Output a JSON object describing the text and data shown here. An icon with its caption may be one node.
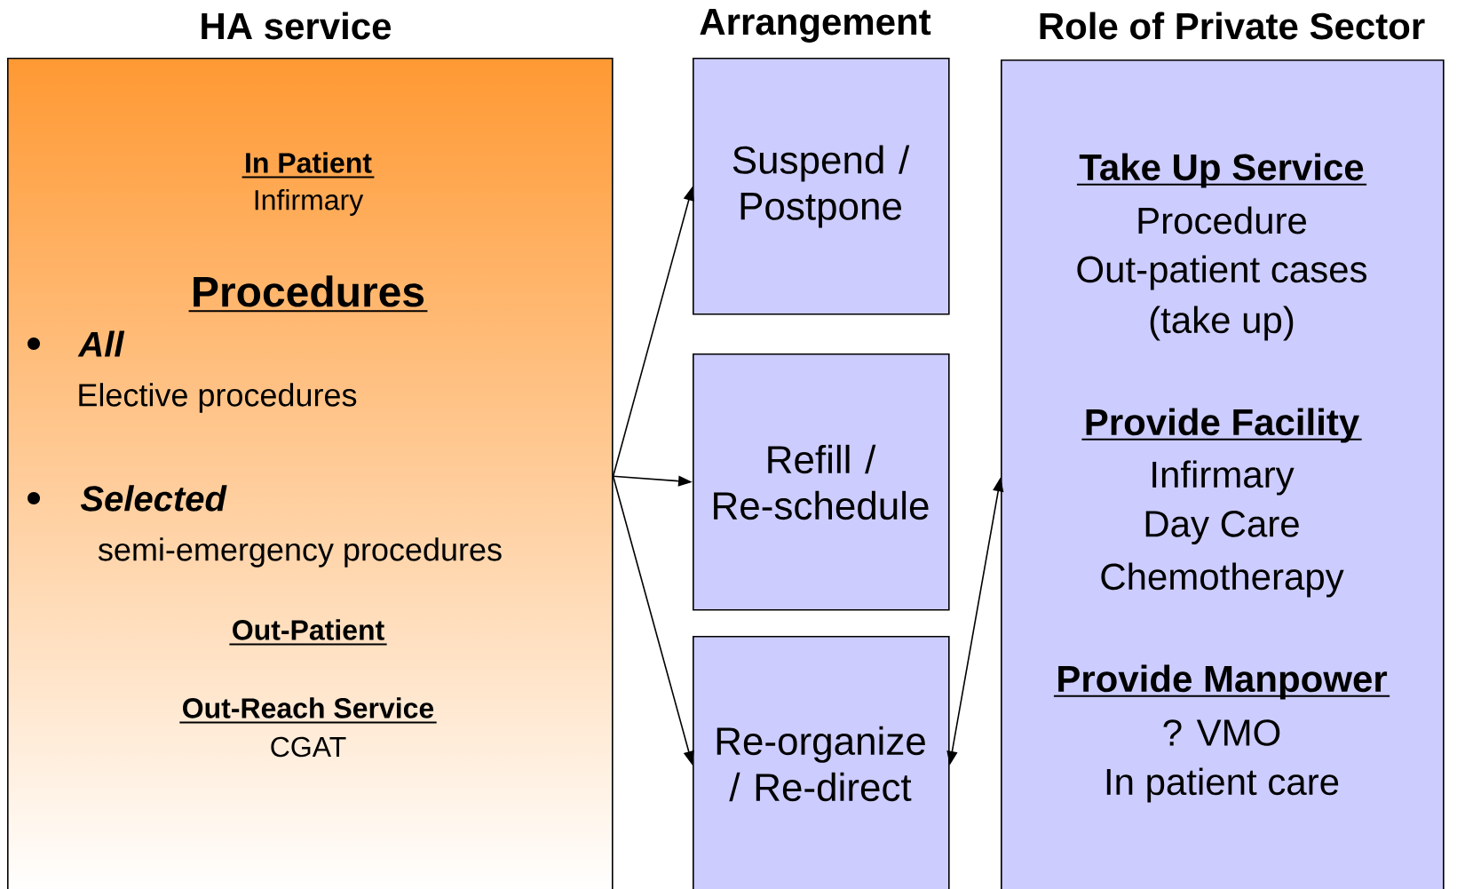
{
  "diagram": {
    "nodes": [
      {
        "text": [
          "HA service",
          "In Patient",
          "Infirmary",
          "Procedures",
          "All",
          "Elective procedures",
          "Selected",
          "semi-emergency procedures",
          "Out-Patient",
          "Out-Reach Service",
          "CGAT"
        ]
      },
      {
        "text": [
          "Suspend / Postpone"
        ]
      },
      {
        "text": [
          "Refill / Re-schedule"
        ]
      },
      {
        "text": [
          "Re-organize / Re-direct"
        ]
      },
      {
        "text": [
          "Role of Private Sector",
          "Take Up Service",
          "Procedure",
          "Out-patient cases",
          "(take up)",
          "Provide Facility",
          "Infirmary",
          "Day Care",
          "Chemotherapy",
          "Provide Manpower",
          "? VMO",
          "In patient care"
        ]
      }
    ],
    "edges": [
      {
        "from": 0,
        "to": 1,
        "arrow": "to"
      },
      {
        "from": 0,
        "to": 2,
        "arrow": "to"
      },
      {
        "from": 0,
        "to": 3,
        "arrow": "to"
      },
      {
        "from": 3,
        "to": 4,
        "arrow": "both"
      }
    ],
    "labels": [
      "Arrangement"
    ]
  }
}
